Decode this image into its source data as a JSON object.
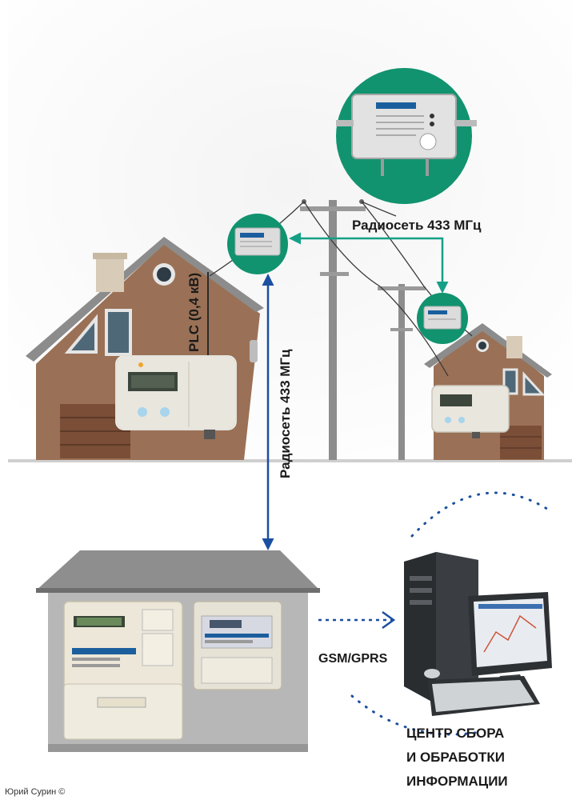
{
  "labels": {
    "radio_top": "Радиосеть 433 МГц",
    "radio_vertical": "Радиосеть 433 МГц",
    "plc": "PLC (0,4 кВ)",
    "gsm": "GSM/GPRS",
    "center_line1": "ЦЕНТР СБОРА",
    "center_line2": "И ОБРАБОТКИ",
    "center_line3": "ИНФОРМАЦИИ",
    "copyright": "Юрий Сурин ©"
  },
  "colors": {
    "house_wall": "#9a7156",
    "house_roof_edge": "#7a7a7a",
    "module_circle": "#11936f",
    "radio_arrow": "#14a087",
    "blue_arrow": "#1b4fa0",
    "ground_gray": "#e8e8e8"
  },
  "icons": [
    "radio-modem-icon",
    "electric-meter-icon",
    "utility-pole-icon",
    "computer-workstation-icon",
    "house-icon",
    "data-concentrator-icon"
  ]
}
